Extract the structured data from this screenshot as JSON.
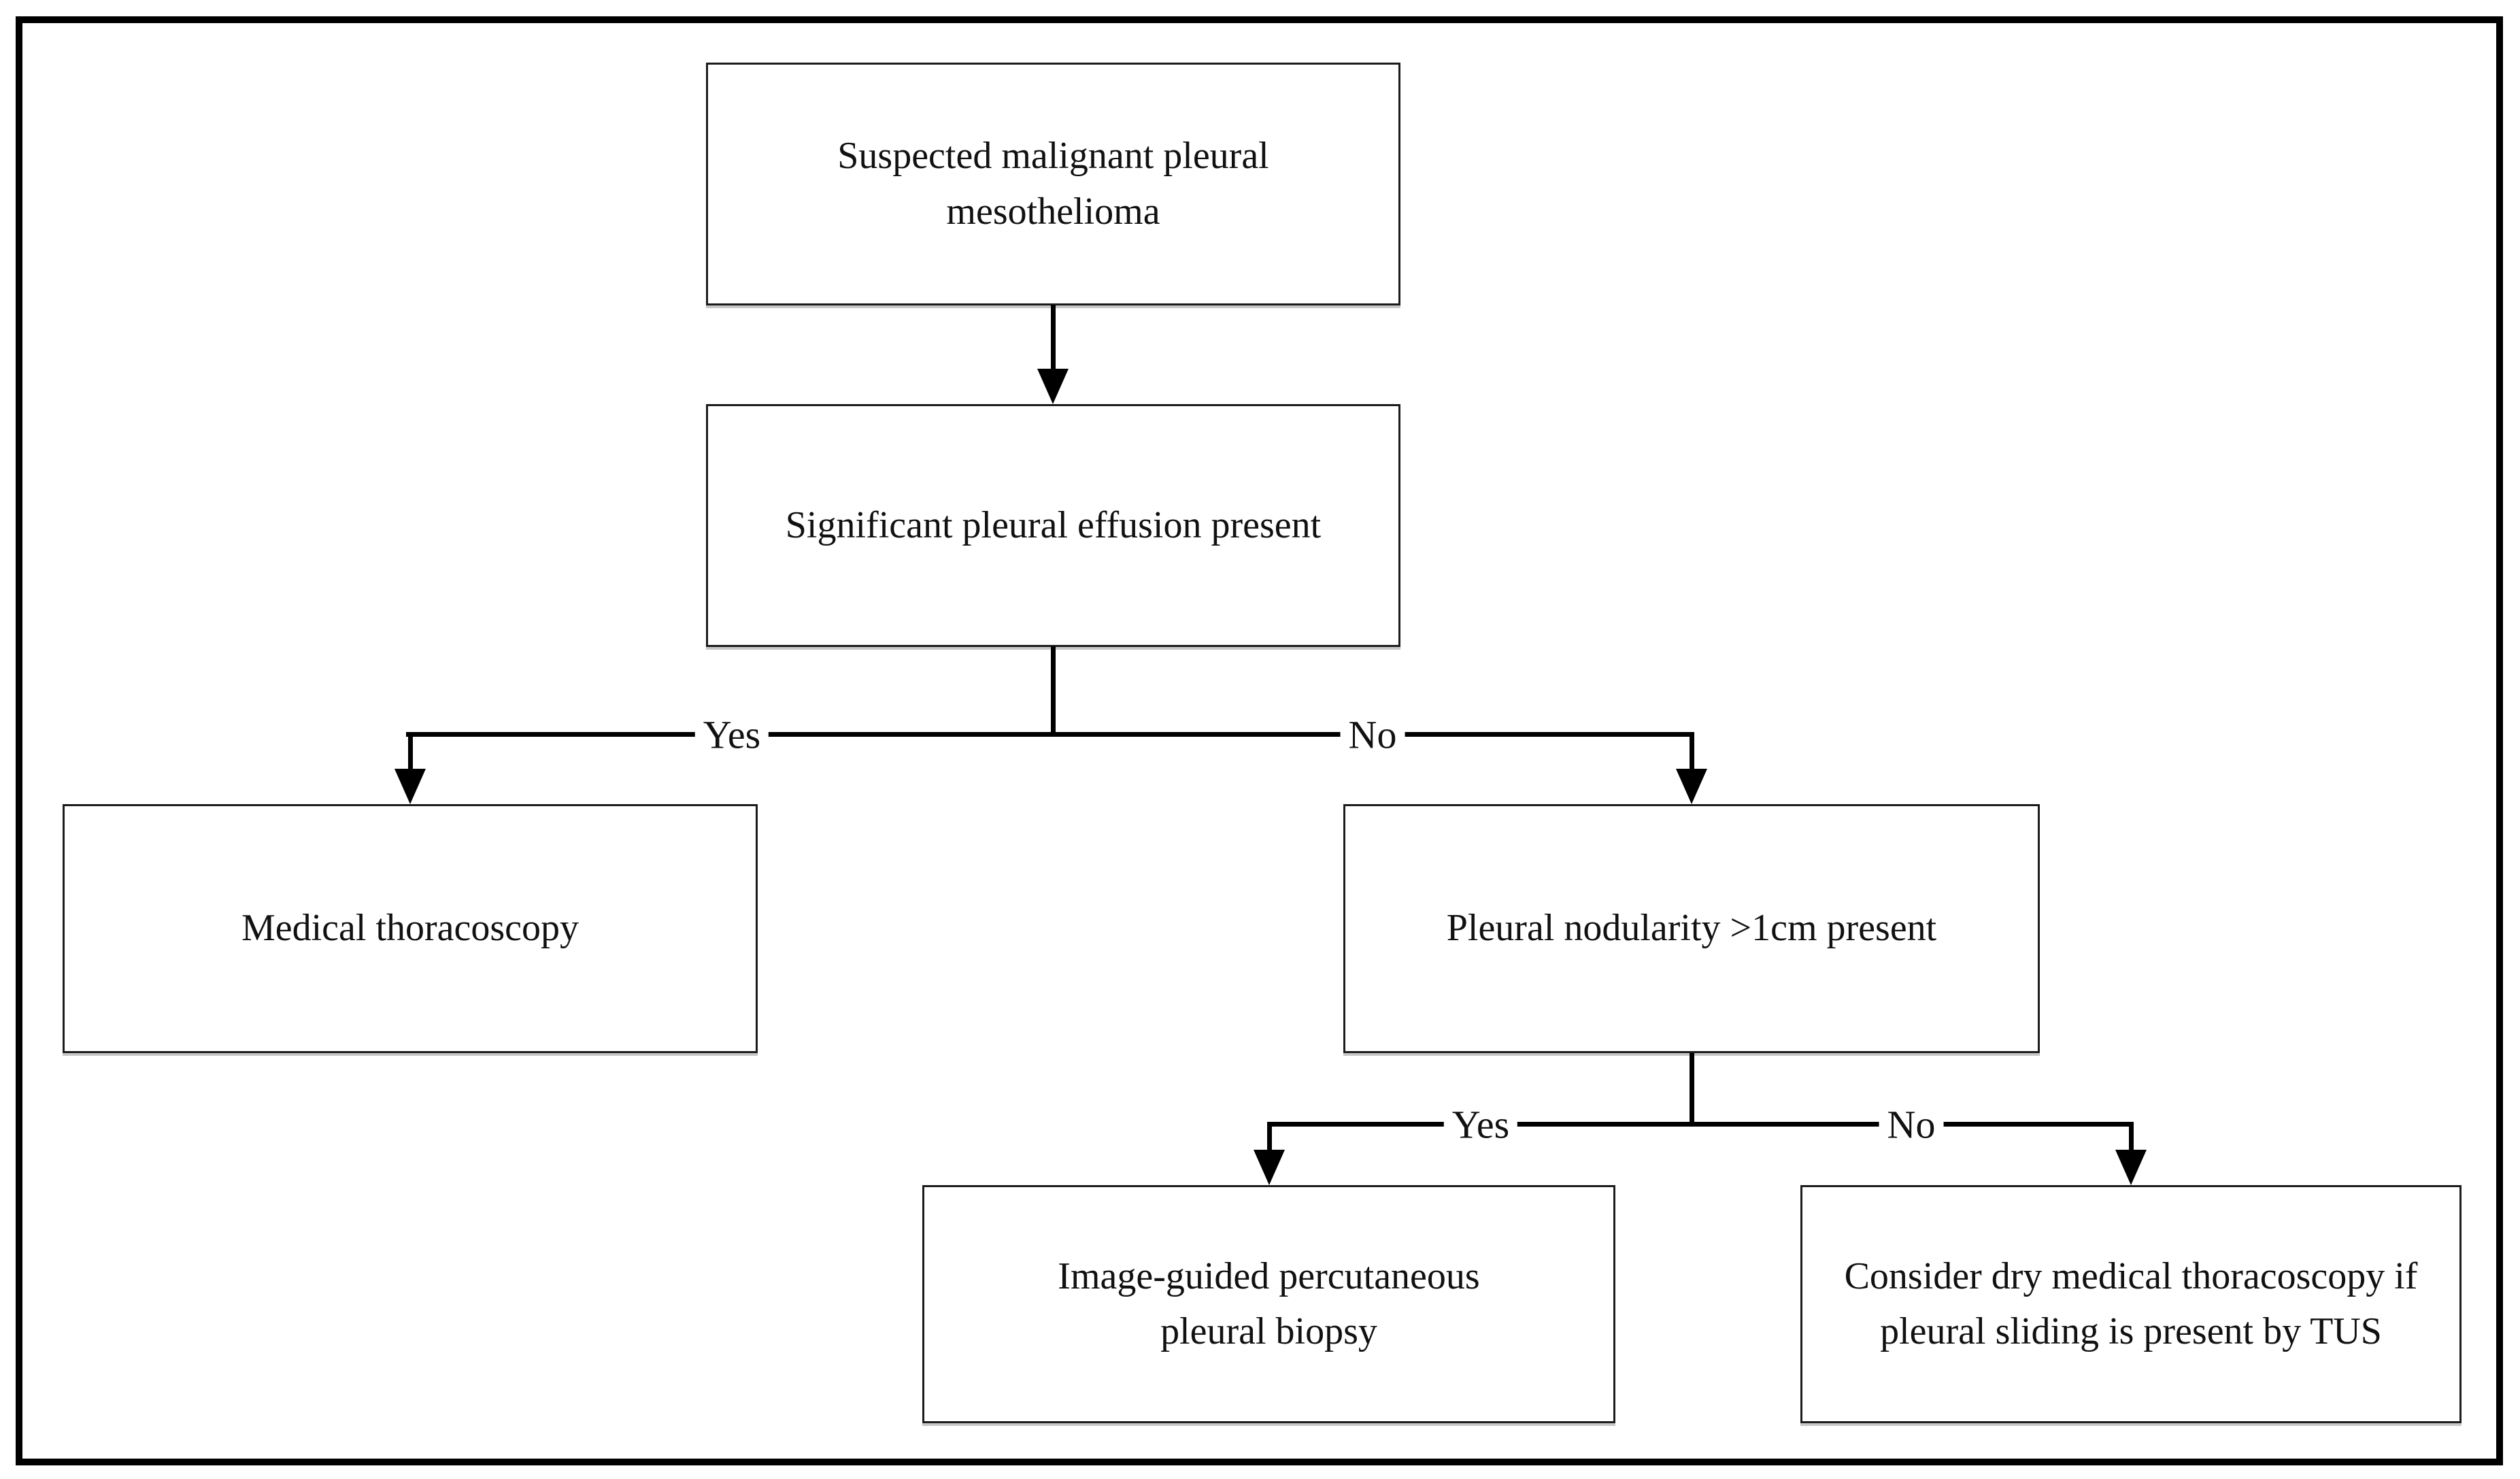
{
  "figure": {
    "background": "#ffffff",
    "frame_color": "#000000",
    "line_color": "#000000",
    "box_border_color": "#1c1c1c",
    "text_color": "#111111",
    "nodes": {
      "start": "Suspected malignant pleural mesothelioma",
      "effusion": "Significant pleural effusion present",
      "thoracoscopy": "Medical thoracoscopy",
      "nodularity": "Pleural nodularity >1cm present",
      "biopsy": "Image-guided percutaneous pleural biopsy",
      "dry_thoracoscopy": "Consider dry medical thoracoscopy if pleural sliding is present by TUS"
    },
    "branch_labels": {
      "effusion_yes": "Yes",
      "effusion_no": "No",
      "nodularity_yes": "Yes",
      "nodularity_no": "No"
    }
  }
}
